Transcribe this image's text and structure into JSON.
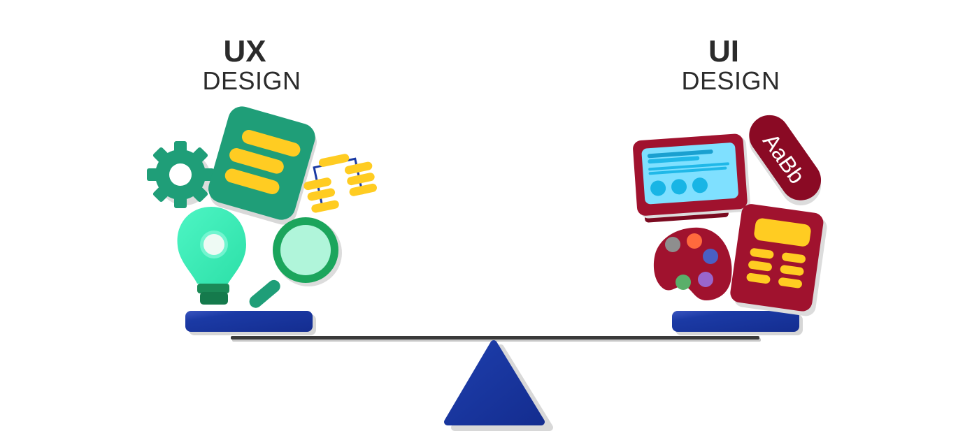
{
  "left": {
    "title": "UX",
    "subtitle": "DESIGN",
    "icons": [
      "gear-icon",
      "document-icon",
      "flowchart-icon",
      "lightbulb-icon",
      "magnifier-icon"
    ]
  },
  "right": {
    "title": "UI",
    "subtitle": "DESIGN",
    "icons": [
      "monitor-icon",
      "typography-icon",
      "palette-icon",
      "calculator-icon"
    ],
    "typography_text": "AaBb"
  },
  "colors": {
    "ux_green": "#1f9e78",
    "ui_crimson": "#a0122e",
    "yellow": "#ffcc22",
    "blue": "#1a3aa3",
    "beam": "#3a3a3a"
  }
}
